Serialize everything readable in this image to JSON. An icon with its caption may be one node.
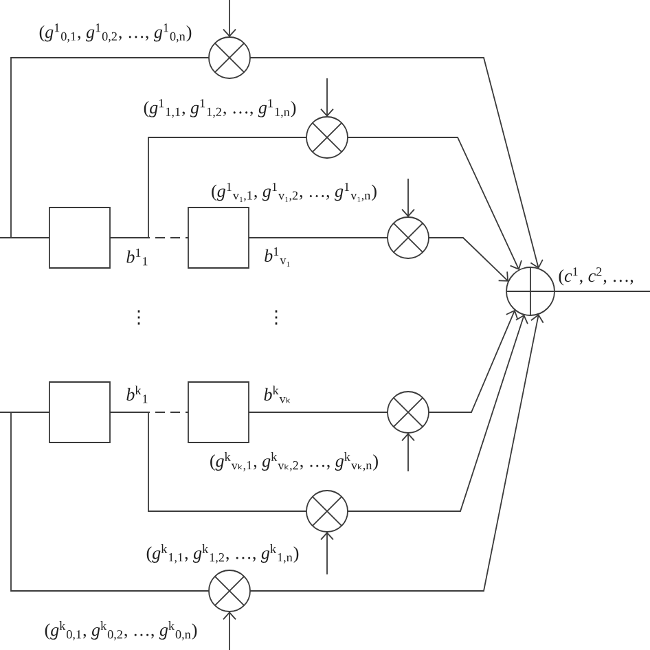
{
  "diagram": {
    "nodes": [
      {
        "text": [],
        "shape": "circle"
      },
      {
        "text": [],
        "shape": "circle"
      },
      {
        "text": [],
        "shape": "box"
      },
      {
        "text": [],
        "shape": "box"
      },
      {
        "text": [],
        "shape": "circle"
      },
      {
        "text": [],
        "shape": "circle"
      },
      {
        "text": [],
        "shape": "box"
      },
      {
        "text": [],
        "shape": "box"
      },
      {
        "text": [],
        "shape": "circle"
      },
      {
        "text": [],
        "shape": "circle"
      },
      {
        "text": [],
        "shape": "circle"
      }
    ],
    "edges": [
      {
        "from": null,
        "to": 2,
        "arrow": "none"
      },
      {
        "from": null,
        "to": 0,
        "arrow": "none"
      },
      {
        "from": 2,
        "to": 3,
        "arrow": "none",
        "style": "dashed"
      },
      {
        "from": 2,
        "to": 1,
        "arrow": "none"
      },
      {
        "from": 3,
        "to": 4,
        "arrow": "none"
      },
      {
        "from": null,
        "to": 0,
        "arrow": "to"
      },
      {
        "from": null,
        "to": 1,
        "arrow": "to"
      },
      {
        "from": null,
        "to": 4,
        "arrow": "to"
      },
      {
        "from": 0,
        "to": 5,
        "arrow": "to"
      },
      {
        "from": 1,
        "to": 5,
        "arrow": "to"
      },
      {
        "from": 4,
        "to": 5,
        "arrow": "to"
      },
      {
        "from": 5,
        "to": null,
        "arrow": "none",
        "label": "(*c*$^{1}$, *c*$^{2}$, …,"
      },
      {
        "from": null,
        "to": 6,
        "arrow": "none"
      },
      {
        "from": null,
        "to": 10,
        "arrow": "none"
      },
      {
        "from": 6,
        "to": 7,
        "arrow": "none",
        "style": "dashed"
      },
      {
        "from": 6,
        "to": 9,
        "arrow": "none"
      },
      {
        "from": 7,
        "to": 8,
        "arrow": "none"
      },
      {
        "from": null,
        "to": 8,
        "arrow": "to"
      },
      {
        "from": null,
        "to": 9,
        "arrow": "to"
      },
      {
        "from": null,
        "to": 10,
        "arrow": "to"
      },
      {
        "from": 8,
        "to": 5,
        "arrow": "to"
      },
      {
        "from": 9,
        "to": 5,
        "arrow": "to"
      },
      {
        "from": 10,
        "to": 5,
        "arrow": "to"
      }
    ],
    "labels": [
      "(*g*$^{1}$$_{0,1}$, *g*$^{1}$$_{0,2}$, …, *g*$^{1}$$_{0,n}$)",
      "(*g*$^{1}$$_{1,1}$, *g*$^{1}$$_{1,2}$, …, *g*$^{1}$$_{1,n}$)",
      "(*g*$^{1}$$_{v₁,1}$, *g*$^{1}$$_{v₁,2}$, …, *g*$^{1}$$_{v₁,n}$)",
      "*b*$^{1}$$_{1}$",
      "*b*$^{1}$$_{v₁}$",
      "⋮",
      "⋮",
      "*b*$^{k}$$_{1}$",
      "*b*$^{k}$$_{vₖ}$",
      "(*g*$^{k}$$_{vₖ,1}$, *g*$^{k}$$_{vₖ,2}$, …, *g*$^{k}$$_{vₖ,n}$)",
      "(*g*$^{k}$$_{1,1}$, *g*$^{k}$$_{1,2}$, …, *g*$^{k}$$_{1,n}$)",
      "(*g*$^{k}$$_{0,1}$, *g*$^{k}$$_{0,2}$, …, *g*$^{k}$$_{0,n}$)"
    ]
  }
}
